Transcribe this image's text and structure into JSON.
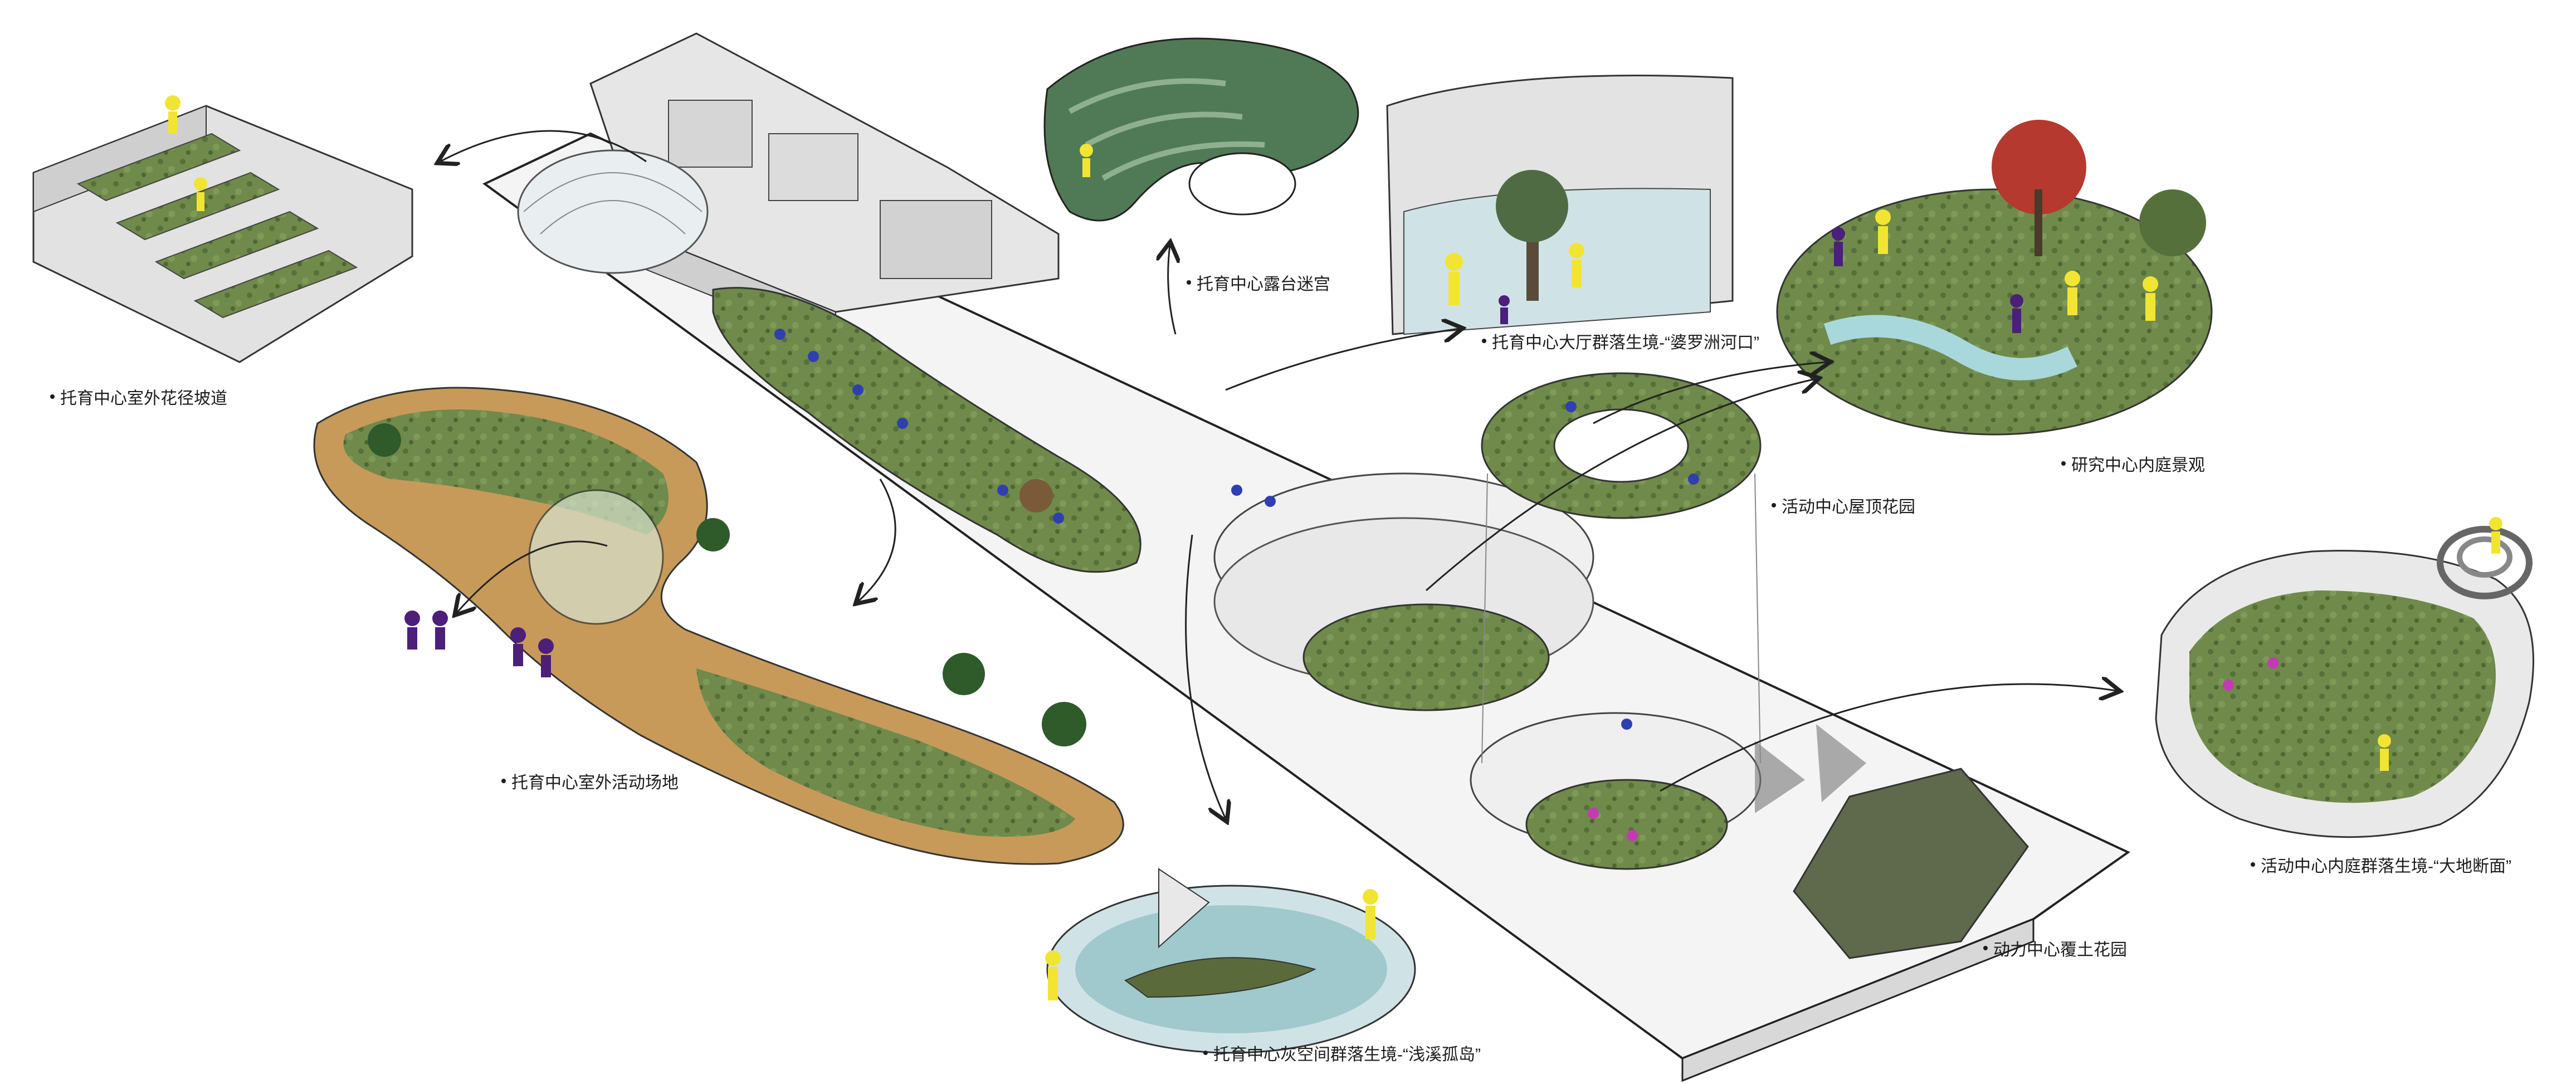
{
  "labels": {
    "outdoor_flower_ramp": "托育中心室外花径坡道",
    "terrace_maze": "托育中心露台迷宫",
    "lobby_habitat": "托育中心大厅群落生境-“婆罗洲河口”",
    "research_courtyard": "研究中心内庭景观",
    "activity_roof_garden": "活动中心屋顶花园",
    "outdoor_play_area": "托育中心室外活动场地",
    "activity_courtyard_habitat": "活动中心内庭群落生境-“大地断面”",
    "power_soil_garden": "动力中心覆土花园",
    "grey_space_habitat": "托育中心灰空间群落生境-“浅溪孤岛”"
  },
  "colors": {
    "vegetation": "#6f8a4a",
    "vegetation_dark": "#55703a",
    "wood_deck": "#c79a5a",
    "water": "#a8d8dc",
    "building": "#e4e4e4",
    "figure_purple": "#4b1f7a",
    "figure_yellow": "#f2e433",
    "figure_blue": "#2f3fb0",
    "figure_magenta": "#c23bb5",
    "maze_green": "#4f7a55",
    "tree_red": "#b5392e"
  }
}
